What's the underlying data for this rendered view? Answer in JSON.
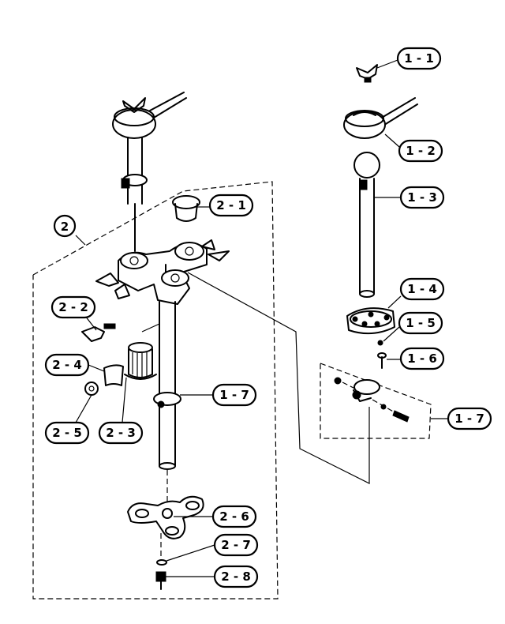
{
  "group_label": "2",
  "callouts": {
    "c1_1": "1 - 1",
    "c1_2": "1 - 2",
    "c1_3": "1 - 3",
    "c1_4": "1 - 4",
    "c1_5": "1 - 5",
    "c1_6": "1 - 6",
    "c1_7_detail": "1 - 7",
    "c1_7_main": "1 - 7",
    "c2_1": "2 - 1",
    "c2_2": "2 - 2",
    "c2_3": "2 - 3",
    "c2_4": "2 - 4",
    "c2_5": "2 - 5",
    "c2_6": "2 - 6",
    "c2_7": "2 - 7",
    "c2_8": "2 - 8"
  }
}
